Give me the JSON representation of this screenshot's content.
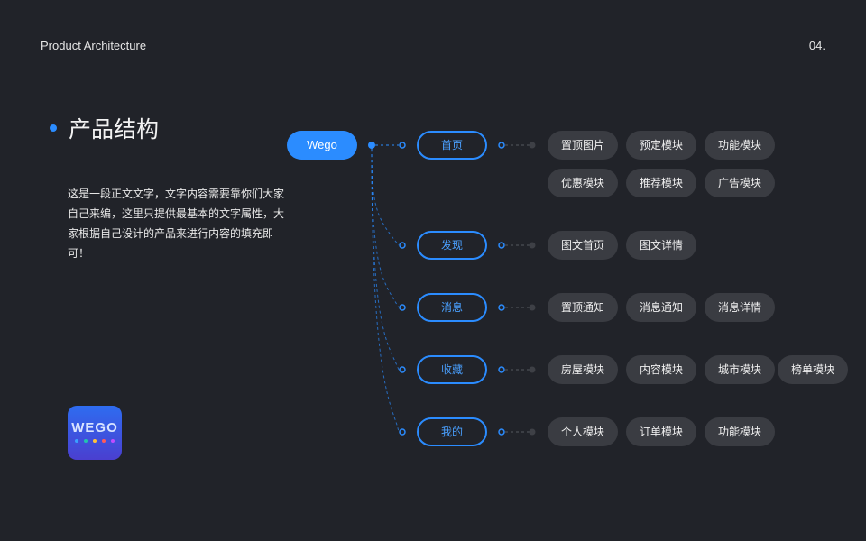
{
  "header": {
    "title": "Product Architecture",
    "page": "04."
  },
  "section": {
    "title": "产品结构",
    "description": "这是一段正文文字，文字内容需要靠你们大家自己来编，这里只提供最基本的文字属性，大家根据自己设计的产品来进行内容的填充即可！"
  },
  "logo": {
    "text": "WEGO",
    "dot_colors": [
      "#3aa0ff",
      "#22c3b0",
      "#ffc23a",
      "#ff5a5a",
      "#c04cff"
    ]
  },
  "colors": {
    "accent": "#2b8cff",
    "background": "#212329",
    "chip": "#3a3c42"
  },
  "tree": {
    "root": "Wego",
    "branches": [
      {
        "label": "首页",
        "children": [
          "置顶图片",
          "预定模块",
          "功能模块",
          "优惠模块",
          "推荐模块",
          "广告模块"
        ]
      },
      {
        "label": "发现",
        "children": [
          "图文首页",
          "图文详情"
        ]
      },
      {
        "label": "消息",
        "children": [
          "置顶通知",
          "消息通知",
          "消息详情"
        ]
      },
      {
        "label": "收藏",
        "children": [
          "房屋模块",
          "内容模块",
          "城市模块",
          "榜单模块"
        ]
      },
      {
        "label": "我的",
        "children": [
          "个人模块",
          "订单模块",
          "功能模块"
        ]
      }
    ]
  }
}
